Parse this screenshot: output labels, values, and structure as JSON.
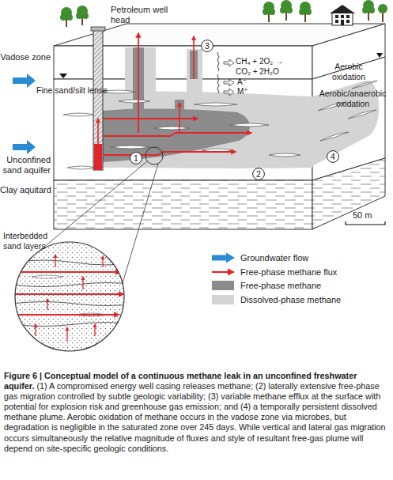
{
  "diagram": {
    "title": "Figure 6 | Conceptual model of a continuous methane leak in an unconfined freshwater aquifer.",
    "caption": "(1) A compromised energy well casing releases methane; (2) laterally extensive free-phase gas migration controlled by subtle geologic variability; (3) variable methane efflux at the surface with potential for explosion risk and greenhouse gas emission; and (4) a temporally persistent dissolved methane plume. Aerobic oxidation of methane occurs in the vadose zone via microbes, but degradation is negligible in the saturated zone over 245 days. While vertical and lateral gas migration occurs simultaneously the relative magnitude of fluxes and style of resultant free-gas plume will depend on site-specific geologic conditions.",
    "nodes": [
      {
        "text": [
          "1"
        ]
      },
      {
        "text": [
          "2"
        ]
      },
      {
        "text": [
          "3"
        ]
      },
      {
        "text": [
          "4"
        ]
      }
    ],
    "labels": [
      "Vadose zone",
      "Petroleum well head",
      "Fine sand/silt lense",
      "Unconfined sand aquifer",
      "Clay aquitard",
      "Interbedded sand layers",
      "CH₄ + 2O₂ → CO₂ + 2H₂O",
      "A⁻",
      "M⁺",
      "Aerobic oxidation",
      "Aerobic/anaerobic oxidation",
      "50 m"
    ],
    "legend": [
      {
        "text": "Groundwater flow"
      },
      {
        "text": "Free-phase methane flux"
      },
      {
        "text": "Free-phase methane",
        "color": "#8c8c8c"
      },
      {
        "text": "Dissolved-phase methane",
        "color": "#d4d4d4"
      }
    ]
  }
}
